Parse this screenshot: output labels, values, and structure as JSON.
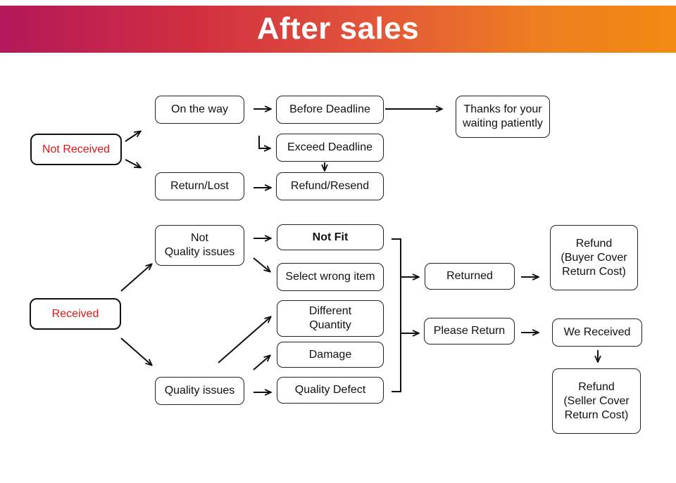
{
  "header": {
    "title": "After sales"
  },
  "nodes": {
    "not_received": "Not Received",
    "on_the_way": "On the way",
    "return_lost": "Return/Lost",
    "before_deadline": "Before Deadline",
    "exceed_deadline": "Exceed Deadline",
    "refund_resend": "Refund/Resend",
    "thanks_waiting": "Thanks for your\nwaiting patiently",
    "received": "Received",
    "not_quality_issues": "Not\nQuality issues",
    "quality_issues": "Quality issues",
    "not_fit": "Not Fit",
    "select_wrong_item": "Select wrong item",
    "different_quantity": "Different\nQuantity",
    "damage": "Damage",
    "quality_defect": "Quality Defect",
    "returned": "Returned",
    "please_return": "Please  Return",
    "refund_buyer": "Refund\n(Buyer Cover\nReturn Cost)",
    "we_received": "We Received",
    "refund_seller": "Refund\n(Seller Cover\nReturn Cost)"
  },
  "colors": {
    "highlight_text": "#e01515",
    "border": "#222222",
    "banner_start": "#b3185a",
    "banner_end": "#f28a12"
  }
}
